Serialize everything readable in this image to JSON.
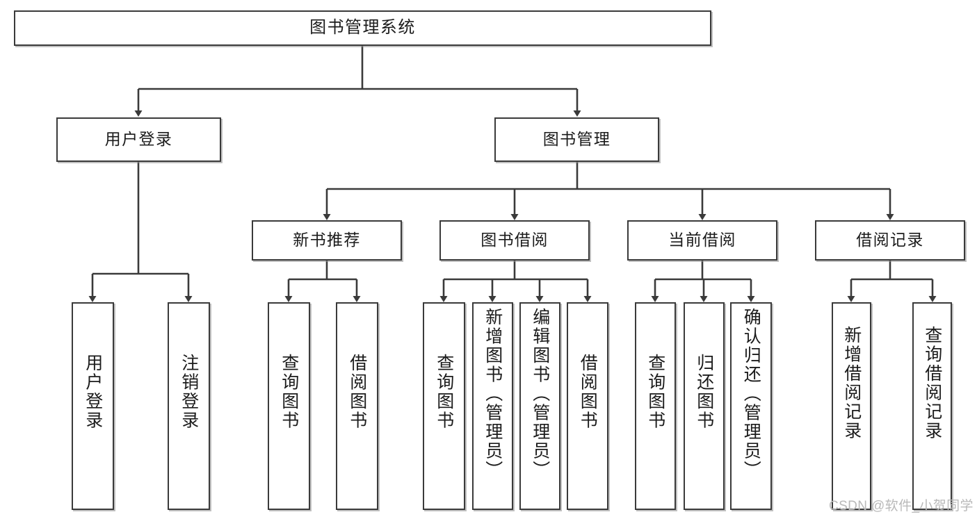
{
  "diagram": {
    "title": "图书管理系统",
    "type": "functional-structure-tree",
    "root": {
      "id": "root",
      "label": "图书管理系统"
    },
    "level2": [
      {
        "id": "user-login",
        "label": "用户登录"
      },
      {
        "id": "book-manage",
        "label": "图书管理"
      }
    ],
    "level3": [
      {
        "id": "new-book-rec",
        "label": "新书推荐",
        "parent": "book-manage"
      },
      {
        "id": "book-borrow",
        "label": "图书借阅",
        "parent": "book-manage"
      },
      {
        "id": "current-borrow",
        "label": "当前借阅",
        "parent": "book-manage"
      },
      {
        "id": "borrow-record",
        "label": "借阅记录",
        "parent": "book-manage"
      }
    ],
    "leaves": [
      {
        "id": "leaf-user-login",
        "label": "用户登录",
        "parent": "user-login"
      },
      {
        "id": "leaf-logout",
        "label": "注销登录",
        "parent": "user-login"
      },
      {
        "id": "leaf-query-book-1",
        "label": "查询图书",
        "parent": "new-book-rec"
      },
      {
        "id": "leaf-borrow-book-1",
        "label": "借阅图书",
        "parent": "new-book-rec"
      },
      {
        "id": "leaf-query-book-2",
        "label": "查询图书",
        "parent": "book-borrow"
      },
      {
        "id": "leaf-add-book",
        "label": "新增图书（管理员）",
        "parent": "book-borrow"
      },
      {
        "id": "leaf-edit-book",
        "label": "编辑图书（管理员）",
        "parent": "book-borrow"
      },
      {
        "id": "leaf-borrow-book-2",
        "label": "借阅图书",
        "parent": "book-borrow"
      },
      {
        "id": "leaf-query-book-3",
        "label": "查询图书",
        "parent": "current-borrow"
      },
      {
        "id": "leaf-return-book",
        "label": "归还图书",
        "parent": "current-borrow"
      },
      {
        "id": "leaf-confirm-return",
        "label": "确认归还（管理员）",
        "parent": "current-borrow"
      },
      {
        "id": "leaf-add-record",
        "label": "新增借阅记录",
        "parent": "borrow-record"
      },
      {
        "id": "leaf-query-record",
        "label": "查询借阅记录",
        "parent": "borrow-record"
      }
    ],
    "colors": {
      "stroke": "#3a3a3a",
      "fill": "#ffffff",
      "text": "#1b1b1b",
      "watermark": "#b9b9b9"
    }
  },
  "watermark": {
    "text": "CSDN @软件_小贺同学"
  }
}
